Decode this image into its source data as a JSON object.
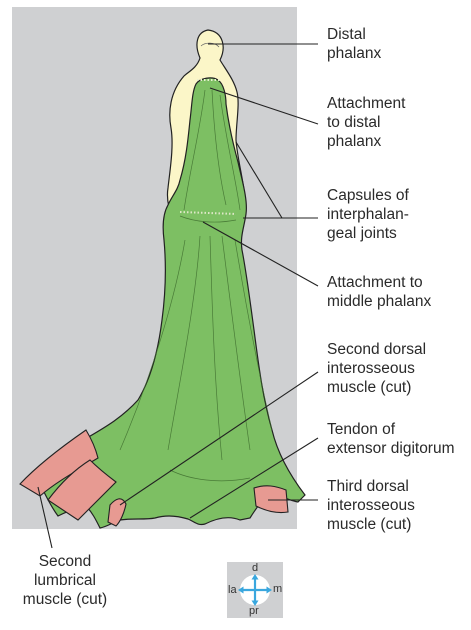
{
  "labels": {
    "distal_phalanx": [
      "Distal",
      "phalanx"
    ],
    "attachment_distal": [
      "Attachment",
      "to distal",
      "phalanx"
    ],
    "capsules": [
      "Capsules of",
      "interphalan-",
      "geal joints"
    ],
    "attachment_middle": [
      "Attachment to",
      "middle phalanx"
    ],
    "second_dorsal": [
      "Second dorsal",
      "interosseous",
      "muscle (cut)"
    ],
    "tendon_extensor": [
      "Tendon of",
      "extensor digitorum"
    ],
    "third_dorsal": [
      "Third dorsal",
      "interosseous",
      "muscle (cut)"
    ],
    "second_lumbrical": [
      "Second",
      "lumbrical",
      "muscle (cut)"
    ]
  },
  "compass": {
    "top": "d",
    "bottom": "pr",
    "left": "la",
    "right": "m"
  },
  "colors": {
    "background_panel": "#cfd0d2",
    "bone": "#fbf6c8",
    "tendon_green": "#7dbf63",
    "muscle_pink": "#e79a92",
    "compass_arrow": "#3aa7de"
  }
}
